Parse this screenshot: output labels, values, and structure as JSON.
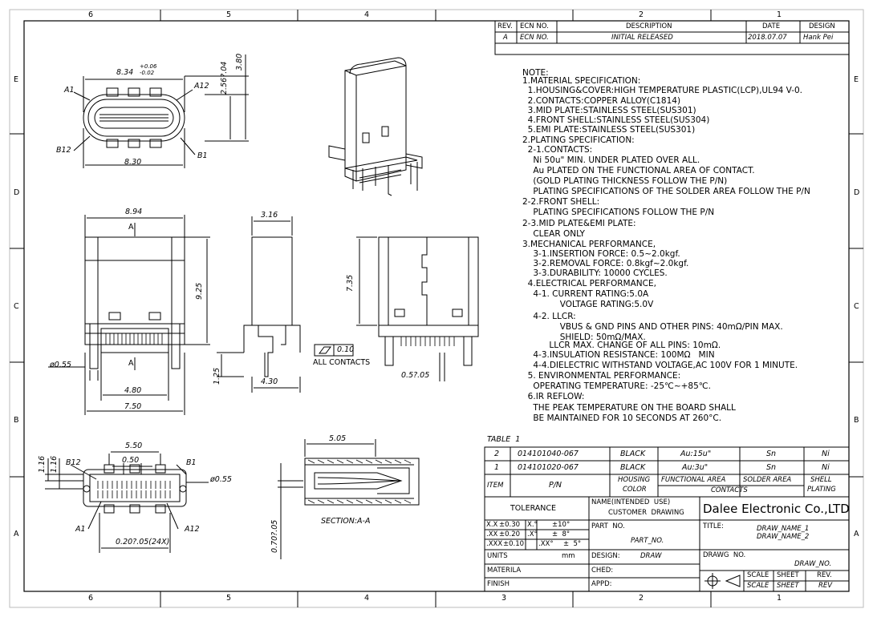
{
  "zones": {
    "top": [
      "6",
      "5",
      "4",
      "2",
      "1"
    ],
    "bottom": [
      "6",
      "5",
      "4",
      "3",
      "2",
      "1"
    ],
    "left": [
      "E",
      "D",
      "C",
      "B",
      "A"
    ],
    "right": [
      "E",
      "D",
      "C",
      "B",
      "A"
    ]
  },
  "revision": {
    "headers": [
      "REV.",
      "ECN NO.",
      "DESCRIPTION",
      "DATE",
      "DESIGN"
    ],
    "row": [
      "A",
      "ECN NO.",
      "INITIAL RELEASED",
      "2018.07.07",
      "Hank Pei"
    ]
  },
  "notes": [
    "NOTE:",
    "1.MATERIAL SPECIFICATION:",
    "  1.HOUSING&COVER:HIGH TEMPERATURE PLASTIC(LCP),UL94 V-0.",
    "  2.CONTACTS:COPPER ALLOY(C1814)",
    "  3.MID PLATE:STAINLESS STEEL(SUS301)",
    "  4.FRONT SHELL:STAINLESS STEEL(SUS304)",
    "  5.EMI PLATE:STAINLESS STEEL(SUS301)",
    "2.PLATING SPECIFICATION:",
    "  2-1.CONTACTS:",
    "    Ni 50u\" MIN. UNDER PLATED OVER ALL.",
    "    Au PLATED ON THE FUNCTIONAL AREA OF CONTACT.",
    "    (GOLD PLATING THICKNESS FOLLOW THE P/N)",
    "    PLATING SPECIFICATIONS OF THE SOLDER AREA FOLLOW THE P/N",
    "2-2.FRONT SHELL:",
    "    PLATING SPECIFICATIONS FOLLOW THE P/N",
    "2-3.MID PLATE&EMI PLATE:",
    "    CLEAR ONLY",
    "3.MECHANICAL PERFORMANCE,",
    "    3-1.INSERTION FORCE: 0.5~2.0kgf.",
    "    3-2.REMOVAL FORCE: 0.8kgf~2.0kgf.",
    "    3-3.DURABILITY: 10000 CYCLES.",
    "  4.ELECTRICAL PERFORMANCE,",
    "    4-1. CURRENT RATING:5.0A",
    "              VOLTAGE RATING:5.0V",
    "    4-2. LLCR:",
    "              VBUS & GND PINS AND OTHER PINS: 40mΩ/PIN MAX.",
    "              SHIELD: 50mΩ/MAX.",
    "          LLCR MAX. CHANGE OF ALL PINS: 10mΩ.",
    "    4-3.INSULATION RESISTANCE: 100MΩ   MIN",
    "    4-4.DIELECTRIC WITHSTAND VOLTAGE,AC 100V FOR 1 MINUTE.",
    "  5. ENVIRONMENTAL PERFORMANCE:",
    "    OPERATING TEMPERATURE: -25℃~+85℃.",
    "  6.IR REFLOW:",
    "    THE PEAK TEMPERATURE ON THE BOARD SHALL",
    "    BE MAINTAINED FOR 10 SECONDS AT 260°C."
  ],
  "table": {
    "caption": "TABLE  1",
    "rows": [
      [
        "2",
        "014101040-067",
        "BLACK",
        "Au:15u\"",
        "Sn",
        "Ni"
      ],
      [
        "1",
        "014101020-067",
        "BLACK",
        "Au:3u\"",
        "Sn",
        "Ni"
      ]
    ],
    "header": {
      "item": "ITEM",
      "pn": "P/N",
      "housing": [
        "HOUSING",
        "COLOR"
      ],
      "functional": "FUNCTIONAL AREA",
      "solder": "SOLDER AREA",
      "contacts": "CONTACTS",
      "shell": [
        "SHELL",
        "PLATING"
      ]
    }
  },
  "title_block": {
    "tolerance": "TOLERANCE",
    "tol_rows": [
      [
        "X.X",
        "±0.30",
        "X.°",
        "±10°"
      ],
      [
        ".XX",
        "±0.20",
        ".X°",
        "±  8°"
      ],
      [
        ".XXX",
        "±0.10",
        ".XX°",
        "±  5°"
      ]
    ],
    "units_label": "UNITS",
    "units_value": "mm",
    "material": "MATERILA",
    "finish": "FINISH",
    "name_label": [
      "NAME(INTENDED  USE)",
      "CUSTOMER  DRAWING"
    ],
    "company": "Dalee Electronic Co.,LTD",
    "part_label": "PART  NO.",
    "part_value": "PART_NO.",
    "title_label": "TITLE:",
    "title_values": [
      "DRAW_NAME_1",
      "DRAW_NAME_2"
    ],
    "design_label": "DESIGN:",
    "design_value": "DRAW",
    "checked_label": "CHED:",
    "approved_label": "APPD:",
    "drawing_label": "DRAWG  NO.",
    "drawing_value": "DRAW_NO.",
    "scale_headers": [
      "SCALE",
      "SHEET",
      "REV."
    ],
    "scale_values": [
      "SCALE",
      "SHEET",
      "REV"
    ]
  },
  "views": {
    "top_view": {
      "dim_top": "8.34",
      "dim_top_tol_plus": "+0.06",
      "dim_top_tol_minus": "-0.02",
      "dim_bottom": "8.30",
      "dim_h1": "2.56?.04",
      "dim_h2": "3.80",
      "labels": [
        "A1",
        "A12",
        "B12",
        "B1"
      ]
    },
    "front_view": {
      "dim_width": "8.94",
      "dim_height": "9.25",
      "section_mark": "A",
      "dim_dia": "ø0.55",
      "dim_pins": "4.80",
      "dim_overall": "7.50"
    },
    "side_view": {
      "dim_top": "3.16",
      "dim_left": "1.25",
      "dim_bottom": "4.30",
      "flatness": "0.10",
      "flatness_note": "ALL CONTACTS"
    },
    "rear_view": {
      "dim_height": "7.35",
      "dim_pitch": "0.5?.05"
    },
    "footprint": {
      "dim_a": "5.50",
      "dim_b": "0.50",
      "dim_h1": "1.16",
      "dim_h2": "1.16",
      "dim_dia": "ø0.55",
      "dim_bottom": "0.20?.05(24X)",
      "labels": [
        "B12",
        "B1",
        "A1",
        "A12"
      ]
    },
    "section": {
      "dim_top": "5.05",
      "dim_left": "0.70?.05",
      "caption": "SECTION:A-A"
    }
  }
}
